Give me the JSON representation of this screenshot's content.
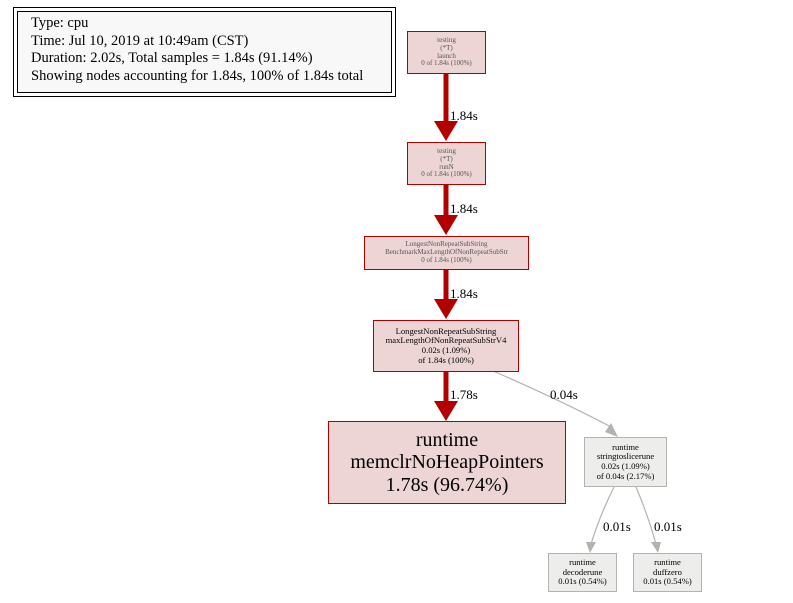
{
  "legend": {
    "type_line": "Type: cpu",
    "time_line": "Time: Jul 10, 2019 at 10:49am (CST)",
    "duration_line": "Duration: 2.02s, Total samples = 1.84s (91.14%)",
    "showing_line": "Showing nodes accounting for 1.84s, 100% of 1.84s total"
  },
  "nodes": {
    "testing_launch": {
      "lines": [
        "testing",
        "(*T)",
        "launch",
        "0 of 1.84s (100%)"
      ]
    },
    "testing_runN": {
      "lines": [
        "testing",
        "(*T)",
        "runN",
        "0 of 1.84s (100%)"
      ]
    },
    "benchmark": {
      "lines": [
        "LongestNonRepeatSubString",
        "BenchmarkMaxLengthOfNonRepeatSubStr",
        "0 of 1.84s (100%)"
      ]
    },
    "maxlength_v4": {
      "lines": [
        "LongestNonRepeatSubString",
        "maxLengthOfNonRepeatSubStrV4",
        "0.02s (1.09%)",
        "of 1.84s (100%)"
      ]
    },
    "memclr": {
      "lines": [
        "runtime",
        "memclrNoHeapPointers",
        "1.78s (96.74%)"
      ]
    },
    "stringtoslicerune": {
      "lines": [
        "runtime",
        "stringtoslicerune",
        "0.02s (1.09%)",
        "of 0.04s (2.17%)"
      ]
    },
    "decoderune": {
      "lines": [
        "runtime",
        "decoderune",
        "0.01s (0.54%)"
      ]
    },
    "duffzero": {
      "lines": [
        "runtime",
        "duffzero",
        "0.01s (0.54%)"
      ]
    }
  },
  "edges": {
    "launch_to_runN": "1.84s",
    "runN_to_benchmark": "1.84s",
    "benchmark_to_v4": "1.84s",
    "v4_to_memclr": "1.78s",
    "v4_to_stringtoslicerune": "0.04s",
    "stringtoslicerune_to_decoderune": "0.01s",
    "stringtoslicerune_to_duffzero": "0.01s"
  },
  "colors": {
    "hot_fill": "#edd5d5",
    "hot_border": "#b20000",
    "cold_fill": "#ededec",
    "cold_border": "#b2b2ae",
    "hot_edge": "#b20000",
    "cold_edge": "#b2b2ae"
  }
}
